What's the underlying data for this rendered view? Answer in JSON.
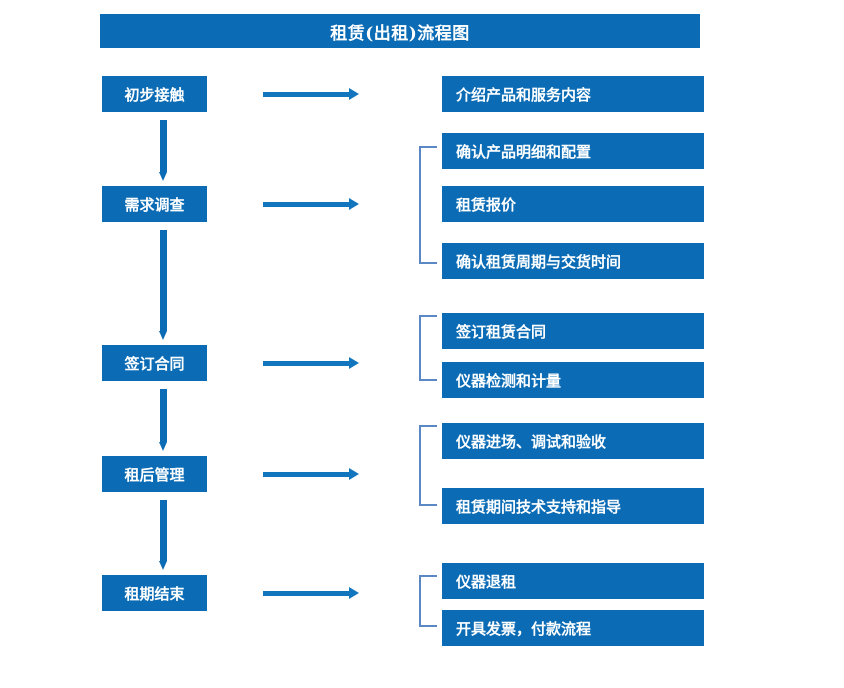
{
  "chart_data": {
    "type": "diagram",
    "title": "租赁(出租)流程图",
    "diagram_kind": "flowchart",
    "orientation": "top-to-bottom with right branches",
    "stages": [
      {
        "id": "stage-1",
        "label": "初步接触",
        "details": [
          "介绍产品和服务内容"
        ],
        "bracketed": false
      },
      {
        "id": "stage-2",
        "label": "需求调查",
        "details": [
          "确认产品明细和配置",
          "租赁报价",
          "确认租赁周期与交货时间"
        ],
        "bracketed": true
      },
      {
        "id": "stage-3",
        "label": "签订合同",
        "details": [
          "签订租赁合同",
          "仪器检测和计量"
        ],
        "bracketed": true
      },
      {
        "id": "stage-4",
        "label": "租后管理",
        "details": [
          "仪器进场、调试和验收",
          "租赁期间技术支持和指导"
        ],
        "bracketed": true
      },
      {
        "id": "stage-5",
        "label": "租期结束",
        "details": [
          "仪器退租",
          "开具发票，付款流程"
        ],
        "bracketed": true
      }
    ],
    "colors": {
      "box_fill": "#0B6CB5",
      "box_text": "#FFFFFF",
      "arrow": "#1276BE",
      "bracket": "#5B87C4",
      "background": "#FFFFFF"
    }
  },
  "header": {
    "title": "租赁(出租)流程图"
  },
  "stages": {
    "s1": {
      "label": "初步接触"
    },
    "s2": {
      "label": "需求调查"
    },
    "s3": {
      "label": "签订合同"
    },
    "s4": {
      "label": "租后管理"
    },
    "s5": {
      "label": "租期结束"
    }
  },
  "details": {
    "d1": {
      "label": "介绍产品和服务内容"
    },
    "d2": {
      "label": "确认产品明细和配置"
    },
    "d3": {
      "label": "租赁报价"
    },
    "d4": {
      "label": "确认租赁周期与交货时间"
    },
    "d5": {
      "label": "签订租赁合同"
    },
    "d6": {
      "label": "仪器检测和计量"
    },
    "d7": {
      "label": "仪器进场、调试和验收"
    },
    "d8": {
      "label": "租赁期间技术支持和指导"
    },
    "d9": {
      "label": "仪器退租"
    },
    "d10": {
      "label": "开具发票，付款流程"
    }
  }
}
